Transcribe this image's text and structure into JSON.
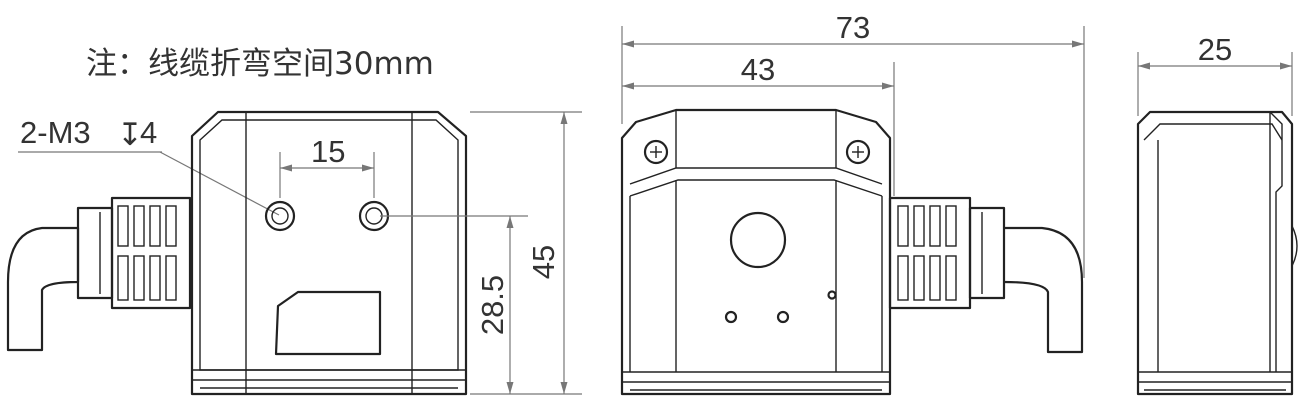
{
  "note": {
    "text": "注：线缆折弯空间30mm"
  },
  "callout": {
    "thread": "2-M3",
    "depth_symbol": "↧",
    "depth": "4"
  },
  "dimensions": {
    "hole_spacing": "15",
    "hole_height": "28.5",
    "height": "45",
    "total_width": "73",
    "body_width": "43",
    "depth": "25"
  },
  "colors": {
    "line": "#222222",
    "dimension": "#777777",
    "text": "#333333"
  }
}
